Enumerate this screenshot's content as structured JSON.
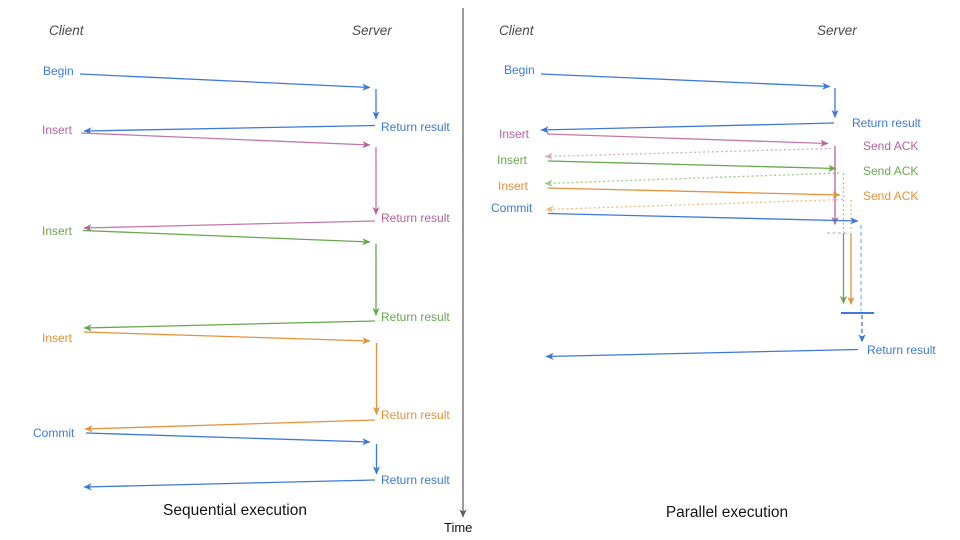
{
  "colors": {
    "blue": "#3e79d8",
    "blue_light": "#8cb2ea",
    "pink": "#c478a8",
    "pink_light": "#dcaccb",
    "green": "#68a74f",
    "green_light": "#a3c98f",
    "orange": "#e5913b",
    "orange_light": "#f2bb80",
    "axis_gray": "#5a5a5a"
  },
  "time_label": "Time",
  "sequential": {
    "caption": "Sequential execution",
    "client": "Client",
    "server": "Server",
    "steps": [
      {
        "action": "Begin",
        "response": "Return result",
        "color": "#3e79d8"
      },
      {
        "action": "Insert",
        "response": "Return result",
        "color": "#c478a8"
      },
      {
        "action": "Insert",
        "response": "Return result",
        "color": "#68a74f"
      },
      {
        "action": "Insert",
        "response": "Return result",
        "color": "#e5913b"
      },
      {
        "action": "Commit",
        "response": "Return result",
        "color": "#3e79d8"
      }
    ]
  },
  "parallel": {
    "caption": "Parallel execution",
    "client": "Client",
    "server": "Server",
    "steps": [
      {
        "action": "Begin",
        "response": "Return result",
        "color": "#3e79d8"
      },
      {
        "action": "Insert",
        "response": "Send ACK",
        "color": "#c478a8"
      },
      {
        "action": "Insert",
        "response": "Send ACK",
        "color": "#68a74f"
      },
      {
        "action": "Insert",
        "response": "Send ACK",
        "color": "#e5913b"
      },
      {
        "action": "Commit",
        "response": "Return result",
        "color": "#3e79d8"
      }
    ]
  }
}
